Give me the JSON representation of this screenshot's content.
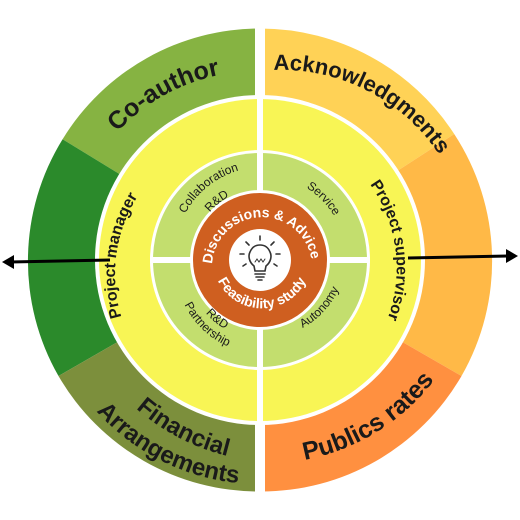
{
  "outer_ring": {
    "coauthor": {
      "label": "Co-author",
      "color": "#86b342"
    },
    "acknowledgments": {
      "label": "Acknowledgments",
      "color": "#ffd256"
    },
    "left_strip": {
      "color": "#2b8a2b"
    },
    "right_strip": {
      "color": "#ffb947"
    },
    "financial": {
      "label_line1": "Financial",
      "label_line2": "Arrangements",
      "color": "#7c8f3c"
    },
    "publics": {
      "label": "Publics rates",
      "color": "#ff9040"
    }
  },
  "middle_ring": {
    "color": "#f8f555",
    "left": {
      "label": "Project manager"
    },
    "right": {
      "label": "Project supervisor"
    }
  },
  "inner_ring": {
    "color": "#c3de6e",
    "top_left": {
      "line1": "Collaboration",
      "line2": "R&D"
    },
    "top_right": {
      "line1": "Service"
    },
    "bottom_left": {
      "line1": "Partnership",
      "line2": "R&D"
    },
    "bottom_right": {
      "line1": "Autonomy"
    }
  },
  "core": {
    "color": "#cf5f20",
    "top_label": "Discussions & Advice",
    "bottom_label": "Feasibility study",
    "icon": "lightbulb-icon"
  },
  "arrows": {
    "color": "#000000",
    "left": "arrow-left-icon",
    "right": "arrow-right-icon"
  }
}
